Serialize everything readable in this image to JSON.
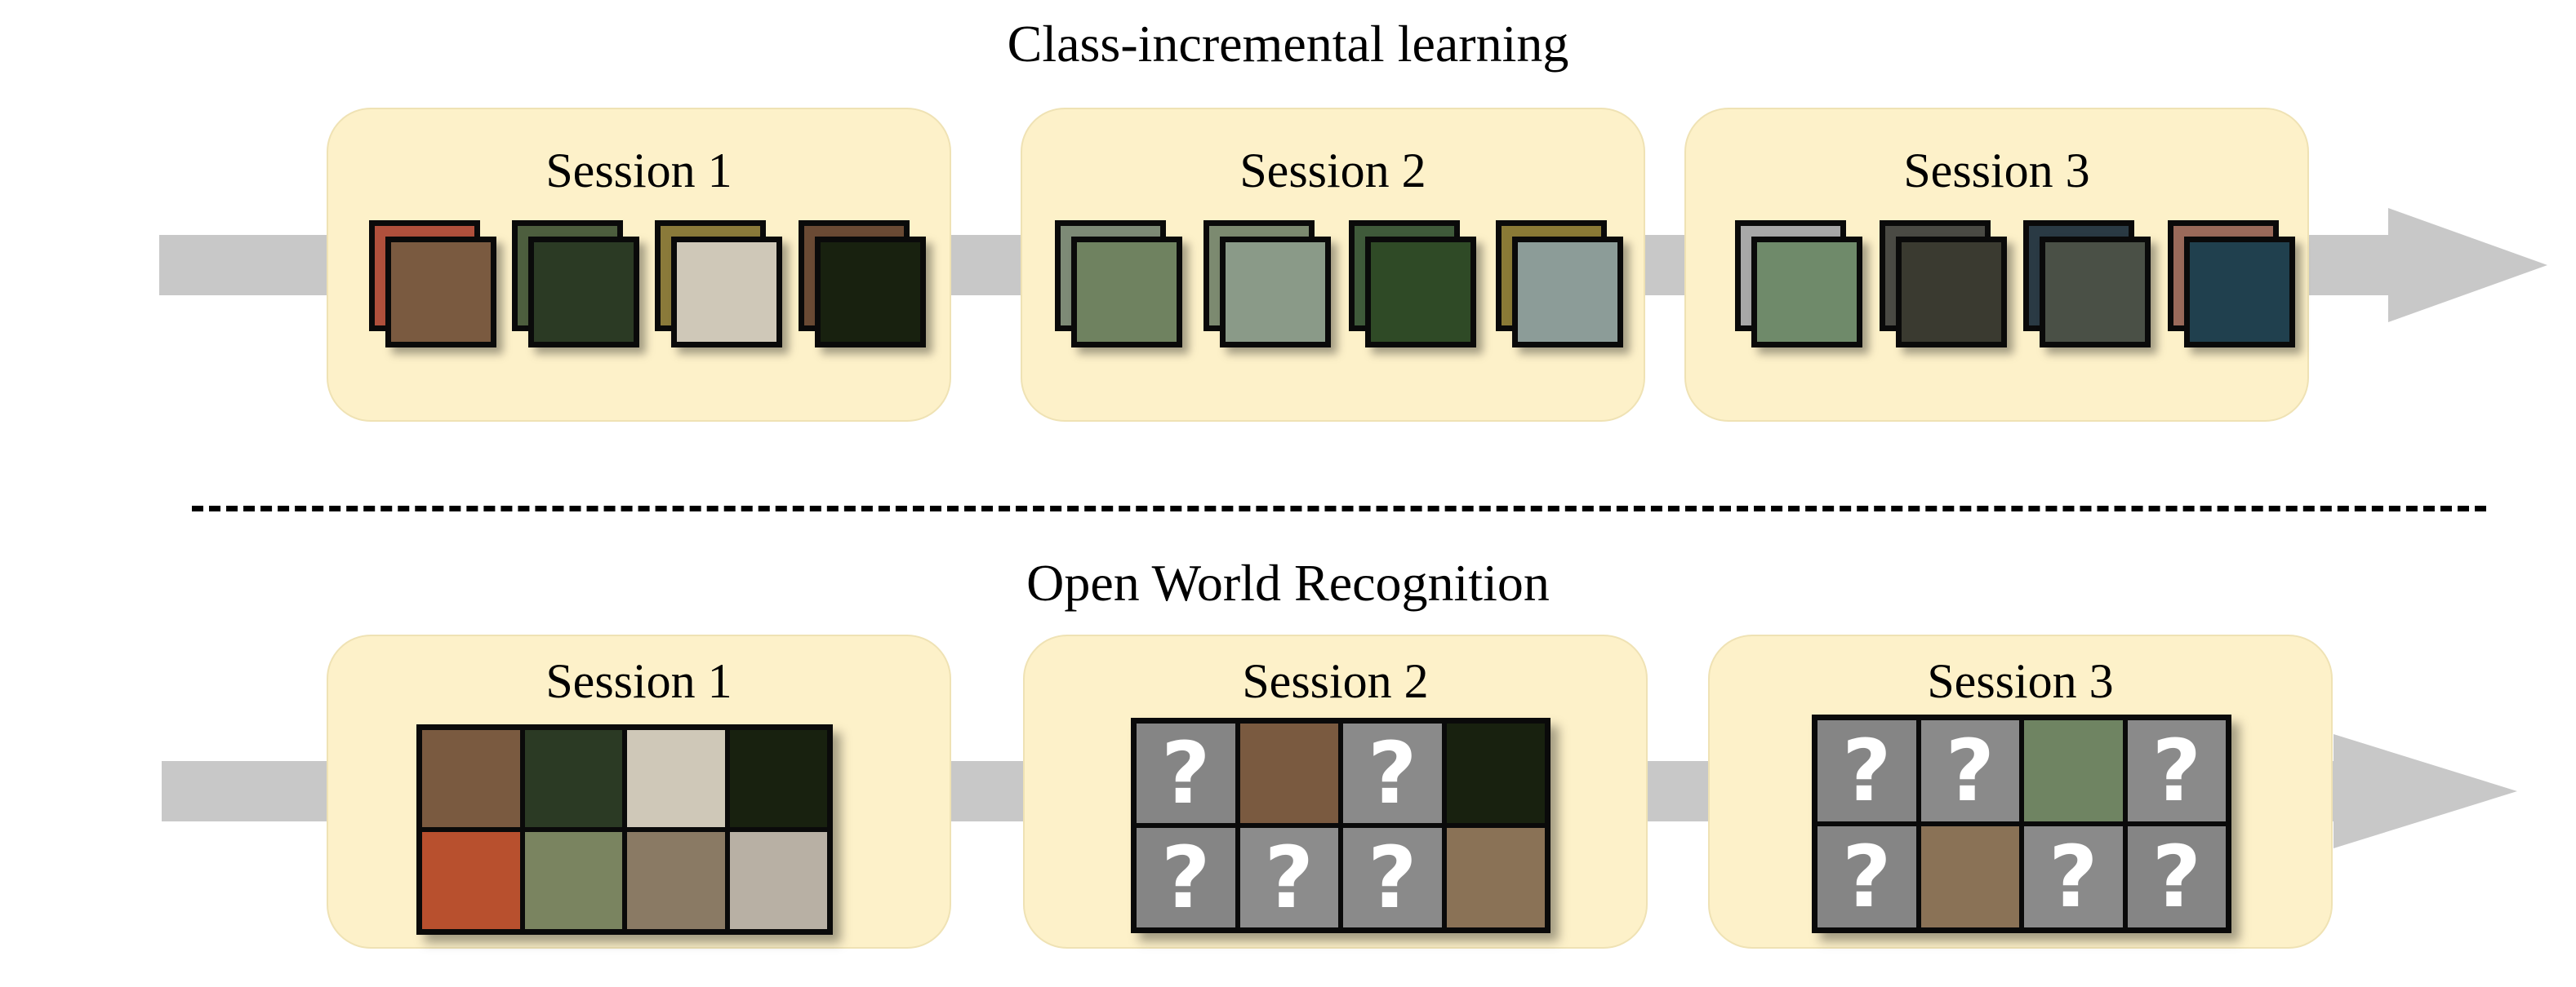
{
  "top": {
    "title": "Class-incremental learning",
    "sessions": [
      {
        "label": "Session 1",
        "stacks": [
          {
            "back": "#b0503c",
            "front": "#7a5a40"
          },
          {
            "back": "#4d5e3e",
            "front": "#2b3a24"
          },
          {
            "back": "#8a7a3a",
            "front": "#cfc8b8"
          },
          {
            "back": "#6a4a34",
            "front": "#18210f"
          }
        ]
      },
      {
        "label": "Session 2",
        "stacks": [
          {
            "back": "#7d8a76",
            "front": "#6f8260"
          },
          {
            "back": "#7c8a70",
            "front": "#8a9a88"
          },
          {
            "back": "#3f5a3a",
            "front": "#2f4a26"
          },
          {
            "back": "#8a7a36",
            "front": "#8c9c98"
          }
        ]
      },
      {
        "label": "Session 3",
        "stacks": [
          {
            "back": "#a8a8a8",
            "front": "#6f8a6a"
          },
          {
            "back": "#4a4a44",
            "front": "#3a3a30"
          },
          {
            "back": "#2a3a44",
            "front": "#4a5046"
          },
          {
            "back": "#9a6a5a",
            "front": "#20404e"
          }
        ]
      }
    ]
  },
  "bottom": {
    "title": "Open World Recognition",
    "sessions": [
      {
        "label": "Session 1",
        "cells": [
          {
            "color": "#7a5a40",
            "question": ""
          },
          {
            "color": "#2b3a24",
            "question": ""
          },
          {
            "color": "#cfc8b8",
            "question": ""
          },
          {
            "color": "#18210f",
            "question": ""
          },
          {
            "color": "#b8502e",
            "question": ""
          },
          {
            "color": "#7a8460",
            "question": ""
          },
          {
            "color": "#8a7a64",
            "question": ""
          },
          {
            "color": "#b8b0a4",
            "question": ""
          }
        ]
      },
      {
        "label": "Session 2",
        "cells": [
          {
            "color": "#858585",
            "question": "?"
          },
          {
            "color": "#7a5a40",
            "question": ""
          },
          {
            "color": "#8a8a8a",
            "question": "?"
          },
          {
            "color": "#18210f",
            "question": ""
          },
          {
            "color": "#858585",
            "question": "?"
          },
          {
            "color": "#8c8c8c",
            "question": "?"
          },
          {
            "color": "#8a8a8a",
            "question": "?"
          },
          {
            "color": "#8a7256",
            "question": ""
          }
        ]
      },
      {
        "label": "Session 3",
        "cells": [
          {
            "color": "#858585",
            "question": "?"
          },
          {
            "color": "#8a8a8a",
            "question": "?"
          },
          {
            "color": "#6f8462",
            "question": ""
          },
          {
            "color": "#8a8a8a",
            "question": "?"
          },
          {
            "color": "#858585",
            "question": "?"
          },
          {
            "color": "#8a7256",
            "question": ""
          },
          {
            "color": "#8a8a8a",
            "question": "?"
          },
          {
            "color": "#858585",
            "question": "?"
          }
        ]
      }
    ]
  },
  "colors": {
    "session_bg": "#fdf1c9",
    "arrow": "#c8c8c8",
    "tile_border": "#0a0a0a"
  }
}
